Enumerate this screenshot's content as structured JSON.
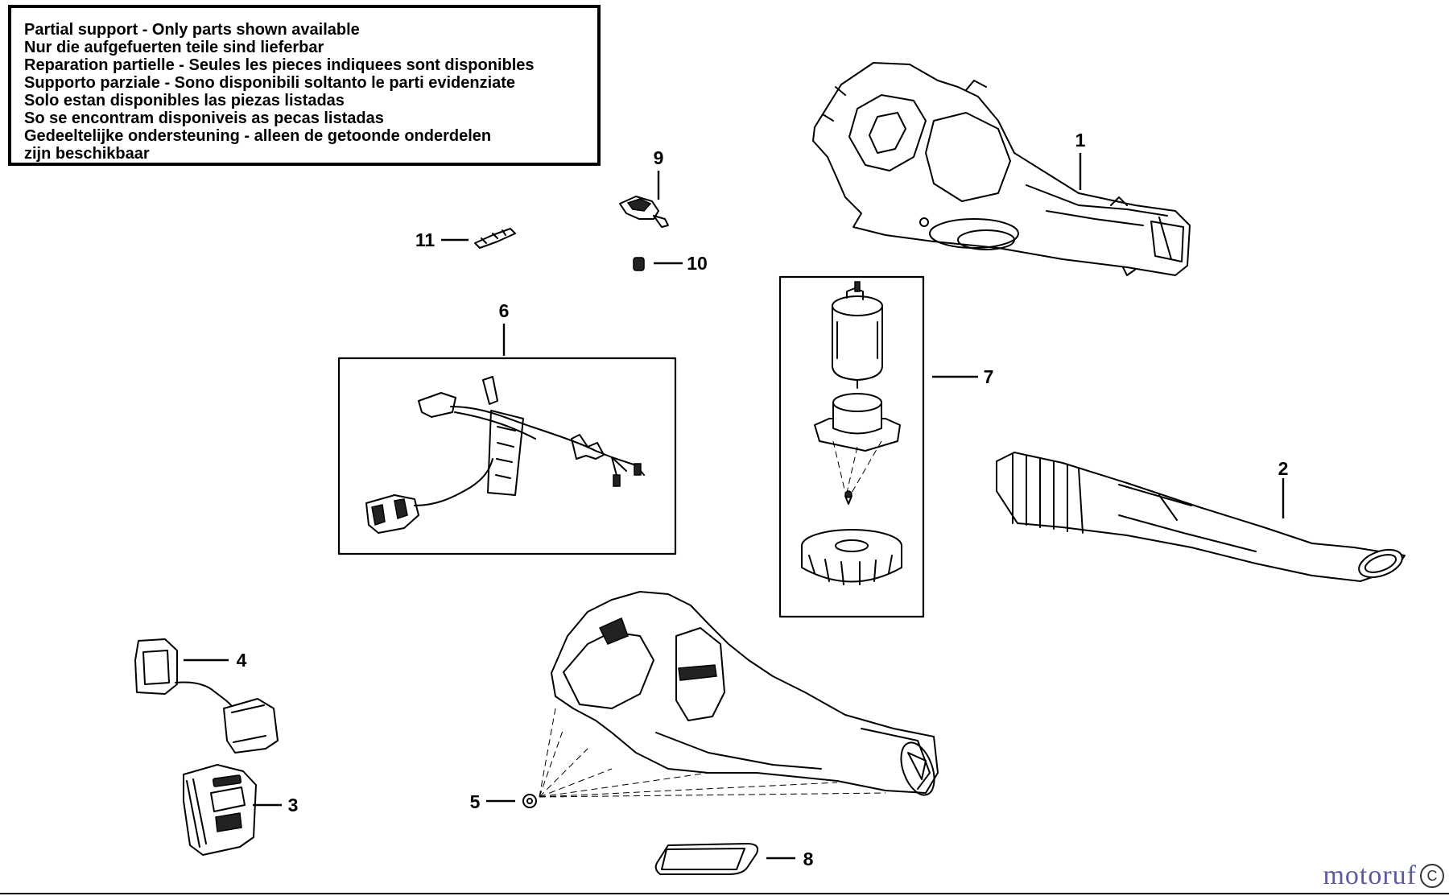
{
  "notice_lines": [
    "Partial support - Only parts shown available",
    "Nur die aufgefuerten teile sind lieferbar",
    "Reparation partielle - Seules les pieces indiquees sont disponibles",
    "Supporto parziale - Sono disponibili soltanto le parti evidenziate",
    "Solo estan disponibles las piezas listadas",
    "So se encontram disponiveis as pecas listadas",
    "Gedeeltelijke ondersteuning - alleen de getoonde onderdelen",
    "zijn beschikbaar"
  ],
  "callouts": {
    "p1": "1",
    "p2": "2",
    "p3": "3",
    "p4": "4",
    "p5": "5",
    "p6": "6",
    "p7": "7",
    "p8": "8",
    "p9": "9",
    "p10": "10",
    "p11": "11"
  },
  "watermark": {
    "text": "motoruf",
    "symbol": "C"
  }
}
